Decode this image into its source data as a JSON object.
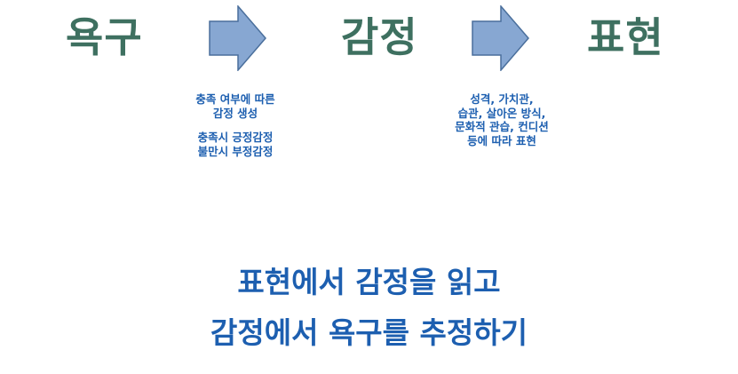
{
  "stages": {
    "desire": "욕구",
    "emotion": "감정",
    "expression": "표현"
  },
  "notes": {
    "satisfaction": {
      "line1": "충족 여부에 따른",
      "line2": "감정 생성",
      "line3": "충족시 긍정감정",
      "line4": "불만시 부정감정"
    },
    "expression_factors": {
      "line1": "성격, 가치관,",
      "line2": "습관, 살아온 방식,",
      "line3": "문화적 관습, 컨디션",
      "line4": "등에 따라 표현"
    }
  },
  "conclusion": {
    "line1": "표현에서 감정을 읽고",
    "line2": "감정에서 욕구를 추정하기"
  },
  "colors": {
    "stage_text": "#3e7060",
    "arrow_fill": "#87a7d2",
    "arrow_stroke": "#4a6f9c",
    "note_text": "#1d5fb0"
  }
}
